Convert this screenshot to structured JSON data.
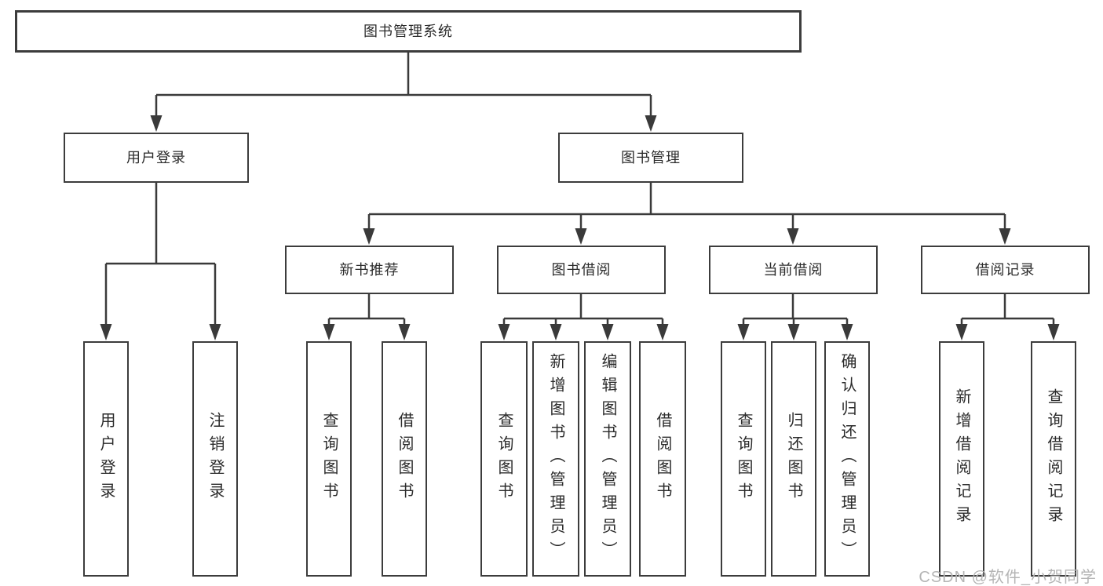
{
  "diagram": {
    "title": "图书管理系统",
    "root": {
      "label": "图书管理系统"
    },
    "level2": [
      {
        "id": "user-login",
        "label": "用户登录",
        "parent": "root"
      },
      {
        "id": "book-management",
        "label": "图书管理",
        "parent": "root"
      }
    ],
    "level3": [
      {
        "id": "new-book-recommend",
        "label": "新书推荐",
        "parent": "book-management"
      },
      {
        "id": "book-borrowing",
        "label": "图书借阅",
        "parent": "book-management"
      },
      {
        "id": "current-borrowing",
        "label": "当前借阅",
        "parent": "book-management"
      },
      {
        "id": "borrowing-records",
        "label": "借阅记录",
        "parent": "book-management"
      }
    ],
    "leaves": [
      {
        "id": "leaf-user-login",
        "label": "用户登录",
        "parent": "user-login"
      },
      {
        "id": "leaf-logout",
        "label": "注销登录",
        "parent": "user-login"
      },
      {
        "id": "leaf-query-books-recommend",
        "label": "查询图书",
        "parent": "new-book-recommend"
      },
      {
        "id": "leaf-borrow-books-recommend",
        "label": "借阅图书",
        "parent": "new-book-recommend"
      },
      {
        "id": "leaf-query-books-borrowing",
        "label": "查询图书",
        "parent": "book-borrowing"
      },
      {
        "id": "leaf-add-books-admin",
        "label": "新增图书（管理员）",
        "parent": "book-borrowing"
      },
      {
        "id": "leaf-edit-books-admin",
        "label": "编辑图书（管理员）",
        "parent": "book-borrowing"
      },
      {
        "id": "leaf-borrow-books-borrowing",
        "label": "借阅图书",
        "parent": "book-borrowing"
      },
      {
        "id": "leaf-query-books-current",
        "label": "查询图书",
        "parent": "current-borrowing"
      },
      {
        "id": "leaf-return-books",
        "label": "归还图书",
        "parent": "current-borrowing"
      },
      {
        "id": "leaf-confirm-return-admin",
        "label": "确认归还（管理员）",
        "parent": "current-borrowing"
      },
      {
        "id": "leaf-add-borrow-record",
        "label": "新增借阅记录",
        "parent": "borrowing-records"
      },
      {
        "id": "leaf-query-borrow-record",
        "label": "查询借阅记录",
        "parent": "borrowing-records"
      }
    ]
  },
  "watermark": {
    "text": "CSDN @软件_小贺同学",
    "color": "#b5b5b5"
  },
  "colors": {
    "line": "#3a3a3a",
    "box_border": "#3c3c3c",
    "box_fill": "#ffffff",
    "text": "#2b2b2b",
    "background": "#ffffff"
  }
}
